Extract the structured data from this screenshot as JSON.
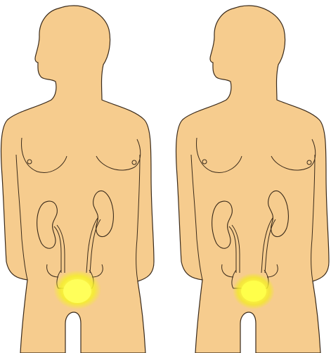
{
  "figures": [
    {
      "id": "left",
      "bladder_highlight": "strong"
    },
    {
      "id": "right",
      "bladder_highlight": "medium"
    }
  ],
  "colors": {
    "background": "#ffffff",
    "skin": "#F6CC8E",
    "outline": "#3a2a1a",
    "highlight_core": "#ffff55",
    "highlight_glow": "#f5ef2a"
  }
}
